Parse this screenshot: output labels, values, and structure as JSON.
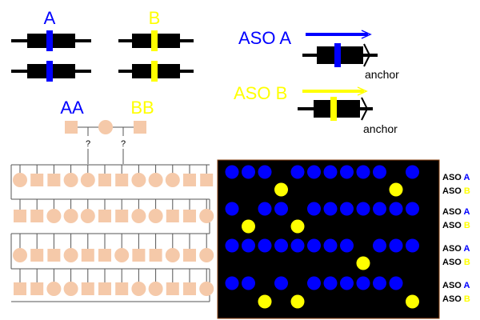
{
  "colors": {
    "allele_a": "#0000ff",
    "allele_b": "#ffff00",
    "chromosome": "#000000",
    "person": "#f5c9a9",
    "gel_bg": "#000000",
    "gel_border": "#8b4513",
    "pedigree_line": "#555555"
  },
  "alleles": {
    "a_label": "A",
    "b_label": "B"
  },
  "probes": {
    "aso_a_label": "ASO A",
    "aso_b_label": "ASO B",
    "anchor_label": "anchor"
  },
  "parents": {
    "left_genotype": "AA",
    "right_genotype": "BB",
    "unknown_marker": "?"
  },
  "pedigree": {
    "row_shapes": [
      [
        "circle",
        "square",
        "square",
        "circle",
        "circle",
        "square",
        "square",
        "circle",
        "circle",
        "circle",
        "square",
        "square"
      ],
      [
        "square",
        "square",
        "circle",
        "circle",
        "circle",
        "square",
        "square",
        "circle",
        "circle",
        "square",
        "square",
        "circle"
      ],
      [
        "circle",
        "square",
        "square",
        "circle",
        "square",
        "square",
        "circle",
        "square",
        "square",
        "circle",
        "square",
        "circle"
      ],
      [
        "square",
        "square",
        "circle",
        "circle",
        "square",
        "square",
        "square",
        "circle",
        "circle",
        "square",
        "square",
        "circle"
      ]
    ]
  },
  "gel": {
    "lane_label_prefix": "ASO",
    "lane_label_a": "A",
    "lane_label_b": "B",
    "rows": [
      [
        "A",
        "A",
        "A",
        "B",
        "A",
        "A",
        "A",
        "A",
        "A",
        "A",
        "B",
        "A"
      ],
      [
        "A",
        "B",
        "A",
        "A",
        "B",
        "A",
        "A",
        "A",
        "A",
        "A",
        "A",
        "A"
      ],
      [
        "A",
        "A",
        "A",
        "A",
        "A",
        "A",
        "A",
        "A",
        "B",
        "A",
        "A",
        "A"
      ],
      [
        "A",
        "A",
        "B",
        "A",
        "B",
        "A",
        "A",
        "A",
        "A",
        "A",
        "A",
        "B"
      ]
    ]
  }
}
